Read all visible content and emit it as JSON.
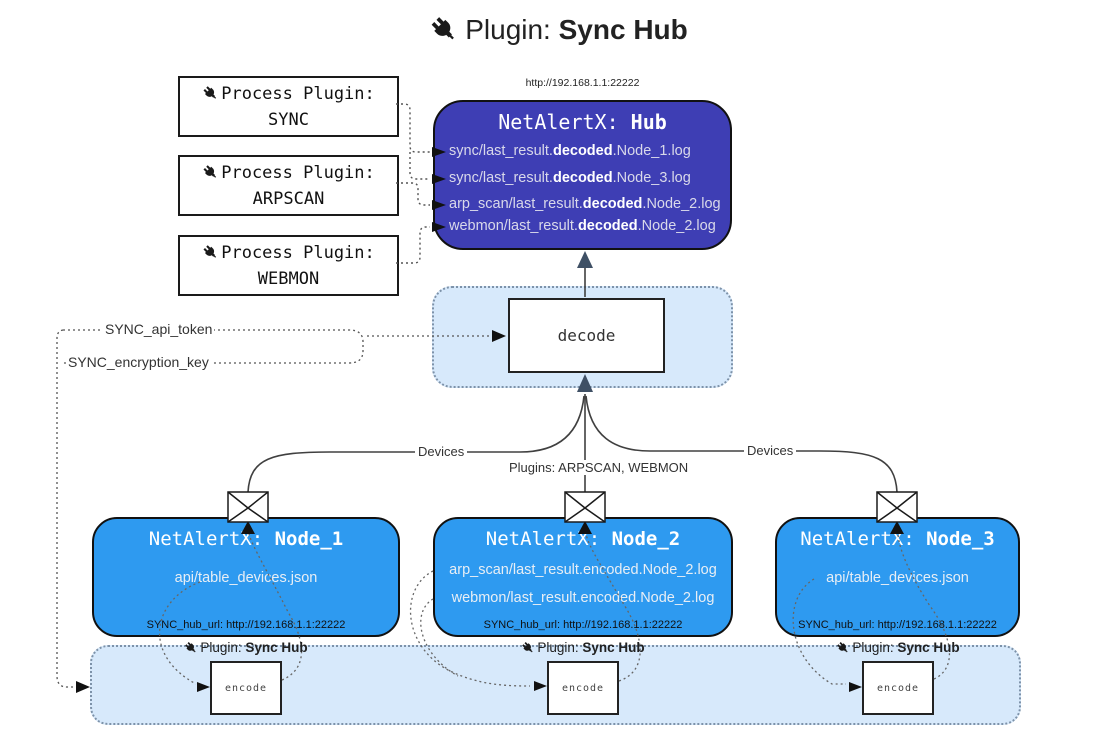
{
  "title": {
    "prefix": "Plugin: ",
    "bold": "Sync Hub",
    "icon": "plug-icon"
  },
  "process_plugins": [
    {
      "label": "Process Plugin:",
      "name": "SYNC"
    },
    {
      "label": "Process Plugin:",
      "name": "ARPSCAN"
    },
    {
      "label": "Process Plugin:",
      "name": "WEBMON"
    }
  ],
  "hub": {
    "url": "http://192.168.1.1:22222",
    "title_prefix": "NetAlertX: ",
    "title_bold": "Hub",
    "lines": [
      {
        "pre": "sync/last_result.",
        "bold": "decoded",
        "post": ".Node_1.log"
      },
      {
        "pre": "sync/last_result.",
        "bold": "decoded",
        "post": ".Node_3.log"
      },
      {
        "pre": "arp_scan/last_result.",
        "bold": "decoded",
        "post": ".Node_2.log"
      },
      {
        "pre": "webmon/last_result.",
        "bold": "decoded",
        "post": ".Node_2.log"
      }
    ]
  },
  "decode": {
    "label": "decode"
  },
  "keys": {
    "api_token": "SYNC_api_token",
    "encryption_key": "SYNC_encryption_key"
  },
  "edges": {
    "devices_left": "Devices",
    "devices_right": "Devices",
    "plugins_mid": "Plugins: ARPSCAN, WEBMON"
  },
  "nodes": [
    {
      "title_prefix": "NetAlertX: ",
      "title_bold": "Node_1",
      "lines": [
        "api/table_devices.json"
      ],
      "hub_url": "SYNC_hub_url: http://192.168.1.1:22222"
    },
    {
      "title_prefix": "NetAlertX: ",
      "title_bold": "Node_2",
      "lines": [
        "arp_scan/last_result.encoded.Node_2.log",
        "webmon/last_result.encoded.Node_2.log"
      ],
      "hub_url": "SYNC_hub_url: http://192.168.1.1:22222"
    },
    {
      "title_prefix": "NetAlertX: ",
      "title_bold": "Node_3",
      "lines": [
        "api/table_devices.json"
      ],
      "hub_url": "SYNC_hub_url: http://192.168.1.1:22222"
    }
  ],
  "encoders": [
    {
      "label_prefix": "Plugin: ",
      "label_bold": "Sync Hub",
      "box": "encode"
    },
    {
      "label_prefix": "Plugin: ",
      "label_bold": "Sync Hub",
      "box": "encode"
    },
    {
      "label_prefix": "Plugin: ",
      "label_bold": "Sync Hub",
      "box": "encode"
    }
  ],
  "colors": {
    "hub_fill": "#3e3eb4",
    "node_fill": "#2e9af0",
    "container_fill": "#d7e9fb",
    "container_border": "#7d92a9",
    "box_border": "#111111",
    "solid_edge": "#404040",
    "dotted_edge": "#666666",
    "big_arrowhead": "#3f5065",
    "text_light": "#e8eef5"
  }
}
